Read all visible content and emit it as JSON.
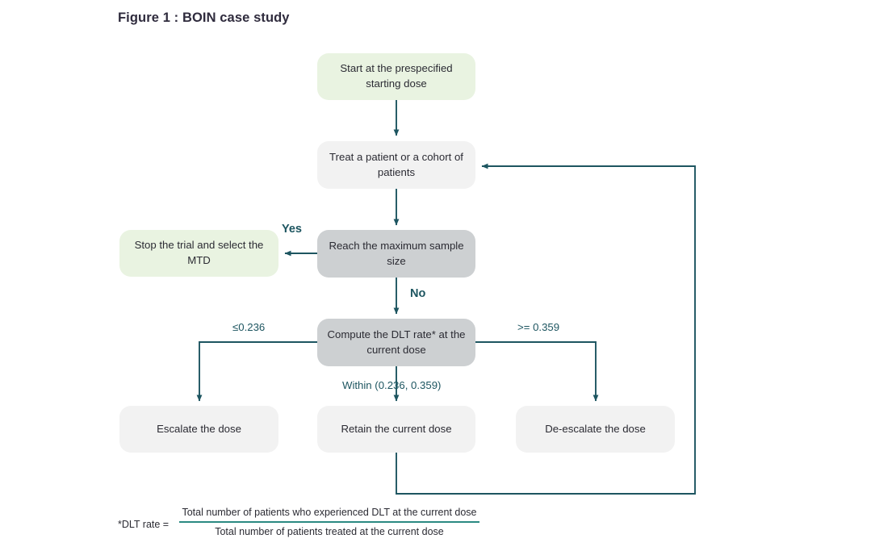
{
  "figure": {
    "title": "Figure 1 : BOIN case study"
  },
  "nodes": {
    "start": "Start at the prespecified starting dose",
    "treat": "Treat a patient or a cohort of patients",
    "reach_max": "Reach the maximum sample size",
    "stop_trial": "Stop the trial and select the MTD",
    "compute_dlt": "Compute the DLT rate* at the current dose",
    "escalate": "Escalate the dose",
    "retain": "Retain the current dose",
    "deescalate": "De-escalate the dose"
  },
  "edge_labels": {
    "yes": "Yes",
    "no": "No",
    "low": "≤0.236",
    "high": ">= 0.359",
    "within": "Within (0.236, 0.359)"
  },
  "footnote": {
    "label": "*DLT rate =",
    "numerator": "Total number of patients who experienced DLT at the current dose",
    "denominator": "Total number of patients treated at the current dose"
  },
  "colors": {
    "line": "#1d5560",
    "green_box": "#e9f3e1",
    "gray_box": "#f2f2f2",
    "gray_box_dark": "#cdd0d2",
    "title_text": "#2f2b3d",
    "label_text": "#1d5560",
    "fraction_bar": "#2b8a82"
  }
}
